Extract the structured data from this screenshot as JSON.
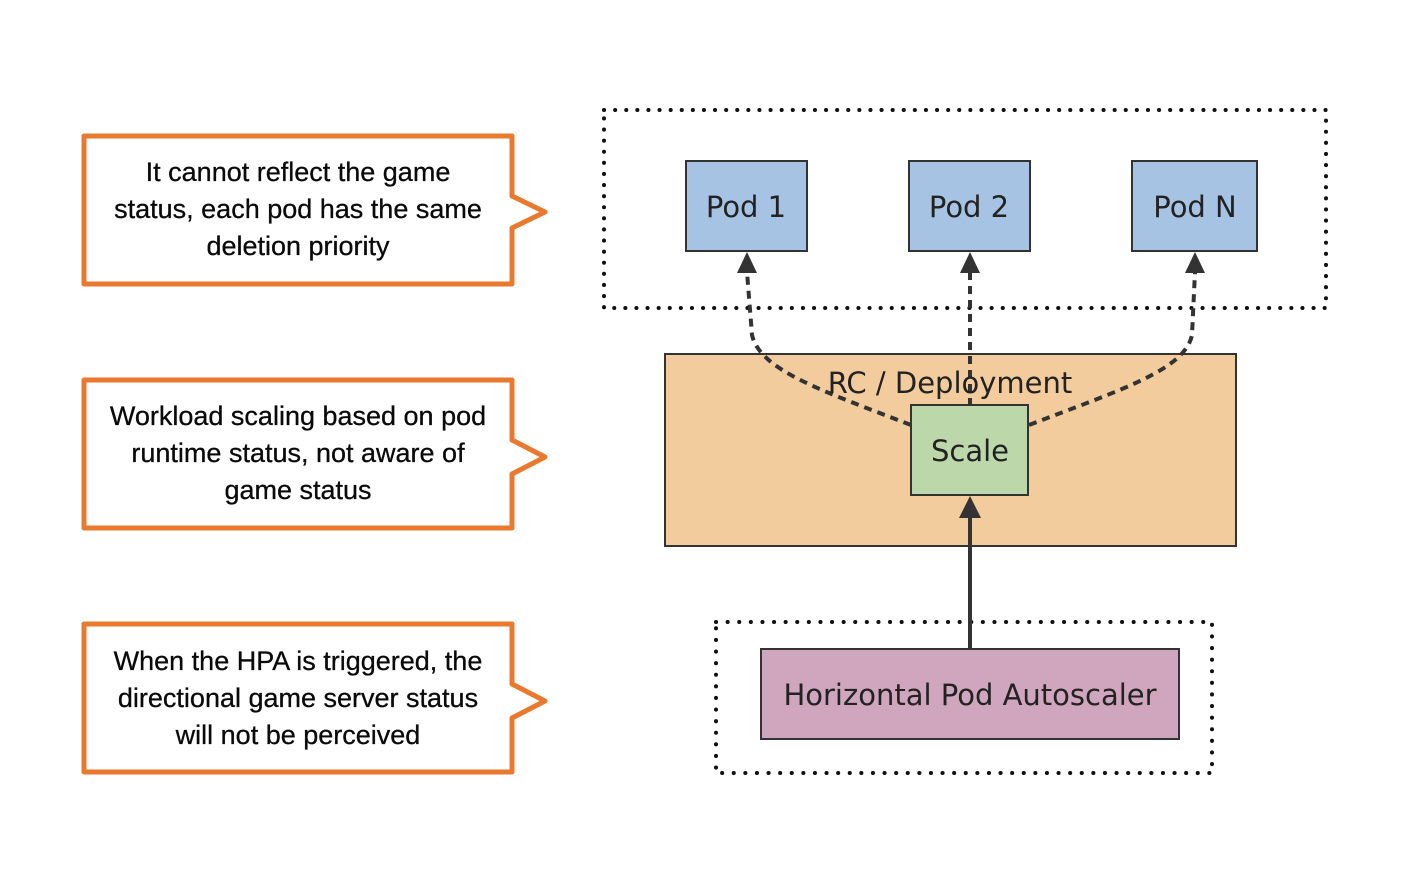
{
  "callouts": [
    {
      "text": "It cannot reflect the game status, each pod has the same deletion priority"
    },
    {
      "text": "Workload scaling based on pod runtime status, not aware of game status"
    },
    {
      "text": "When the HPA is triggered, the directional game server status will not be perceived"
    }
  ],
  "nodes": {
    "pod1": {
      "label": "Pod 1"
    },
    "pod2": {
      "label": "Pod 2"
    },
    "podn": {
      "label": "Pod N"
    },
    "deployment": {
      "label": "RC / Deployment"
    },
    "scale": {
      "label": "Scale"
    },
    "hpa": {
      "label": "Horizontal Pod Autoscaler"
    }
  },
  "colors": {
    "callout_border": "#E8792E",
    "pod_fill": "#A7C3E3",
    "deployment_fill": "#F3CC9E",
    "scale_fill": "#BCD8AA",
    "hpa_fill": "#CFA6BD",
    "edge": "#333333"
  }
}
